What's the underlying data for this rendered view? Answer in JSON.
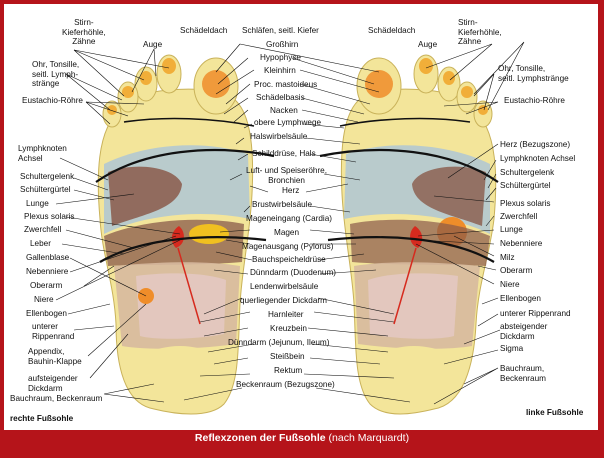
{
  "caption": {
    "main": "Reflexzonen der Fußsohle",
    "sub": "(nach Marquardt)"
  },
  "side_labels": {
    "right_foot": "rechte Fußsohle",
    "left_foot": "linke Fußsohle"
  },
  "labels_left": [
    "Stirn-\nKieferhöhle,\nZähne",
    "Auge",
    "Ohr, Tonsille,\nseitl. Lymph-\nstränge",
    "Eustachio-Röhre",
    "Lymphknoten\nAchsel",
    "Schultergelenk",
    "Schültergürtel",
    "Lunge",
    "Plexus solaris",
    "Zwerchfell",
    "Leber",
    "Gallenblase",
    "Nebenniere",
    "Oberarm",
    "Niere",
    "Ellenbogen",
    "unterer\nRippenrand",
    "Appendix,\nBauhin-Klappe",
    "aufsteigender\nDickdarm",
    "Bauchraum, Beckenraum"
  ],
  "labels_center": [
    "Schädeldach",
    "Schläfen, seitl. Kiefer",
    "Großhirn",
    "Hypophyse",
    "Kleinhirn",
    "Proc. mastoideus",
    "Schädelbasis",
    "Nacken",
    "obere Lymphwege",
    "Halswirbelsäule",
    "Schilddrüse, Hals",
    "Luft- und Speiseröhre,\nBronchien",
    "Herz",
    "Brustwirbelsäule",
    "Mageneingang (Cardia)",
    "Magen",
    "Magenausgang (Pylorus)",
    "Bauchspeicheldrüse",
    "Dünndarm (Duodenum)",
    "Lendenwirbelsäule",
    "querliegender Dickdarm",
    "Harnleiter",
    "Kreuzbein",
    "Dünndarm (Jejunum, Ileum)",
    "Steißbein",
    "Rektum",
    "Beckenraum (Bezugszone)"
  ],
  "labels_right": [
    "Schädeldach",
    "Auge",
    "Stirn-\nKieferhöhle,\nZähne",
    "Ohr, Tonsille,\nseitl. Lymphstränge",
    "Eustachio-Röhre",
    "Herz (Bezugszone)",
    "Lymphknoten Achsel",
    "Schultergelenk",
    "Schültergürtel",
    "Plexus solaris",
    "Zwerchfell",
    "Lunge",
    "Nebenniere",
    "Milz",
    "Oberarm",
    "Niere",
    "Ellenbogen",
    "unterer Rippenrand",
    "absteigender\nDickdarm",
    "Sigma",
    "Bauchraum,\nBeckenraum"
  ],
  "colors": {
    "frame": "#b5141a",
    "foot_outline": "#f3e7a8",
    "toe_tip": "#f0a020",
    "zone_brown": "#8a5a4a",
    "zone_blue": "#aac4d8",
    "zone_orange": "#ef8d2a",
    "zone_tan": "#d7b99e",
    "zone_pink": "#e3c7be",
    "heel_yellow": "#f3e59a"
  }
}
